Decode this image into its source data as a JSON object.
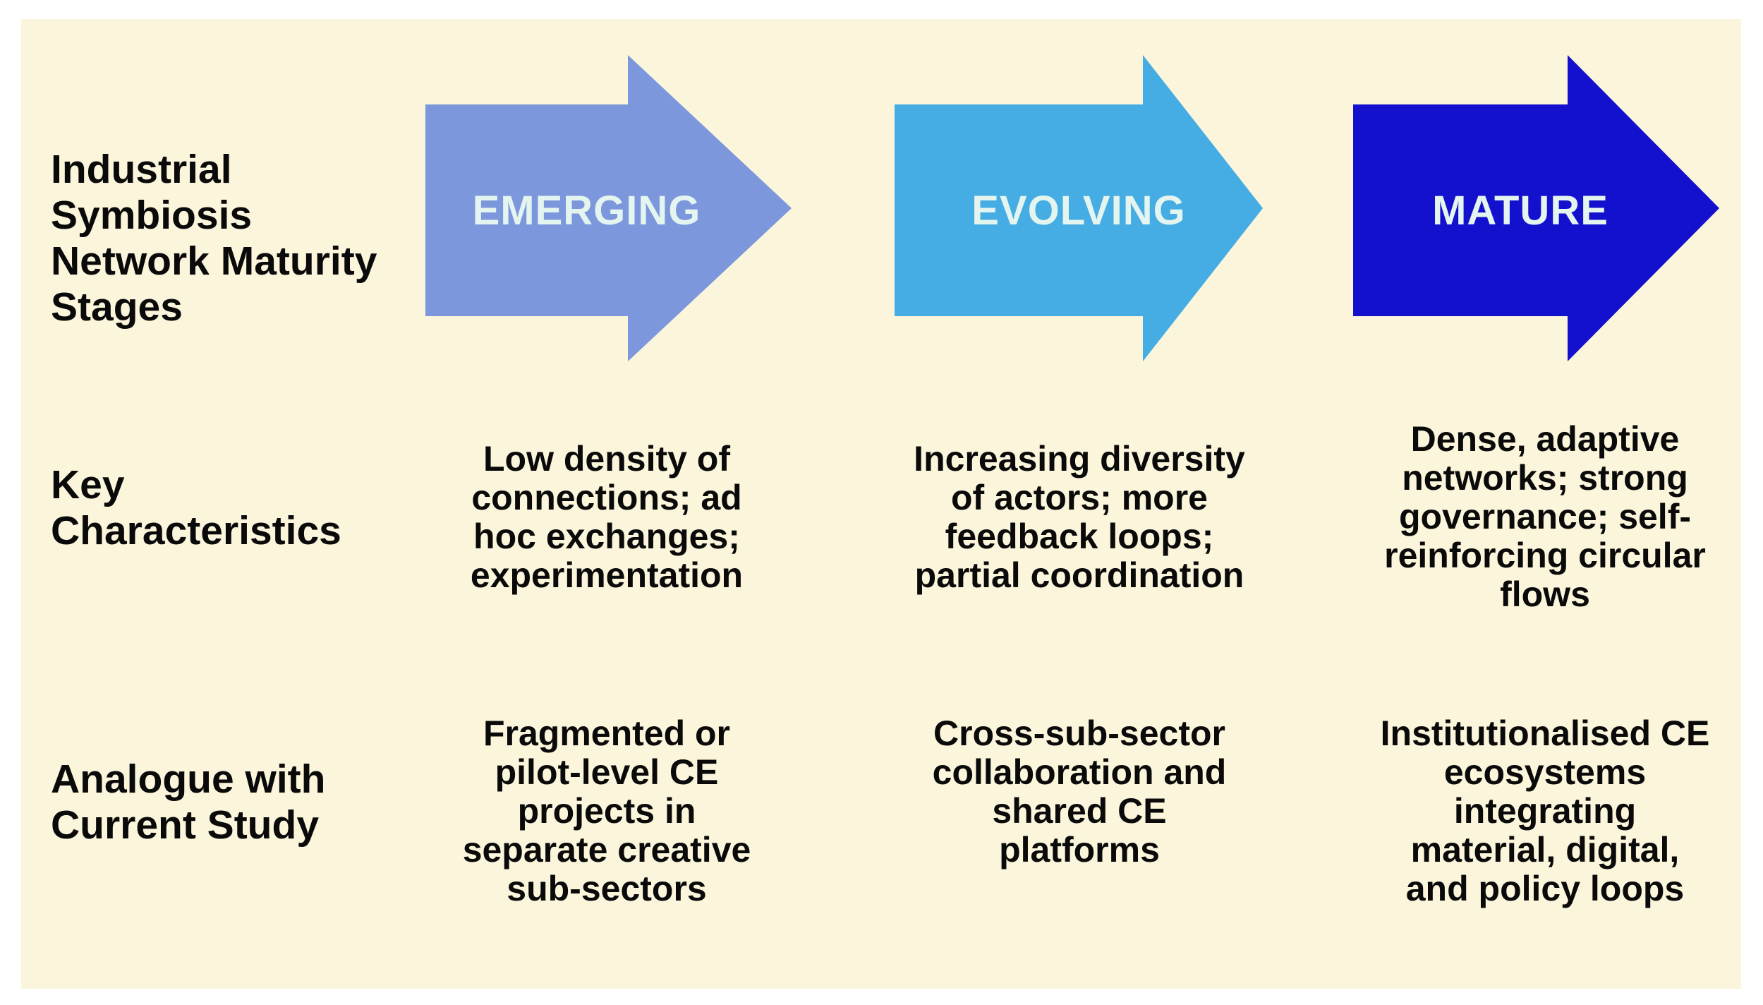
{
  "figure": {
    "title": "Industrial\nSymbiosis\nNetwork Maturity\nStages"
  },
  "colors": {
    "page_background": "#FFFFFF",
    "panel_background": "#FBF5DB",
    "emerging_arrow": "#7C97DC",
    "evolving_arrow": "#45ADE3",
    "mature_arrow": "#1411CE",
    "arrow_label_text": "#E4F4EF",
    "body_text": "#0A0A0A"
  },
  "rows": {
    "key_characteristics": {
      "label": "Key\nCharacteristics"
    },
    "analogue": {
      "label": "Analogue with\nCurrent Study"
    }
  },
  "stages": [
    {
      "label": "EMERGING",
      "color": "#7C97DC",
      "key_characteristics": "Low density of\nconnections; ad\nhoc exchanges;\nexperimentation",
      "analogue": "Fragmented or\npilot-level CE\nprojects in\nseparate creative\nsub-sectors"
    },
    {
      "label": "EVOLVING",
      "color": "#45ADE3",
      "key_characteristics": "Increasing diversity\nof actors; more\nfeedback loops;\npartial coordination",
      "analogue": "Cross-sub-sector\ncollaboration and\nshared CE\nplatforms"
    },
    {
      "label": "MATURE",
      "color": "#1411CE",
      "key_characteristics": "Dense, adaptive\nnetworks; strong\ngovernance; self-\nreinforcing circular\nflows",
      "analogue": "Institutionalised CE\necosystems\nintegrating\nmaterial, digital,\nand policy loops"
    }
  ]
}
